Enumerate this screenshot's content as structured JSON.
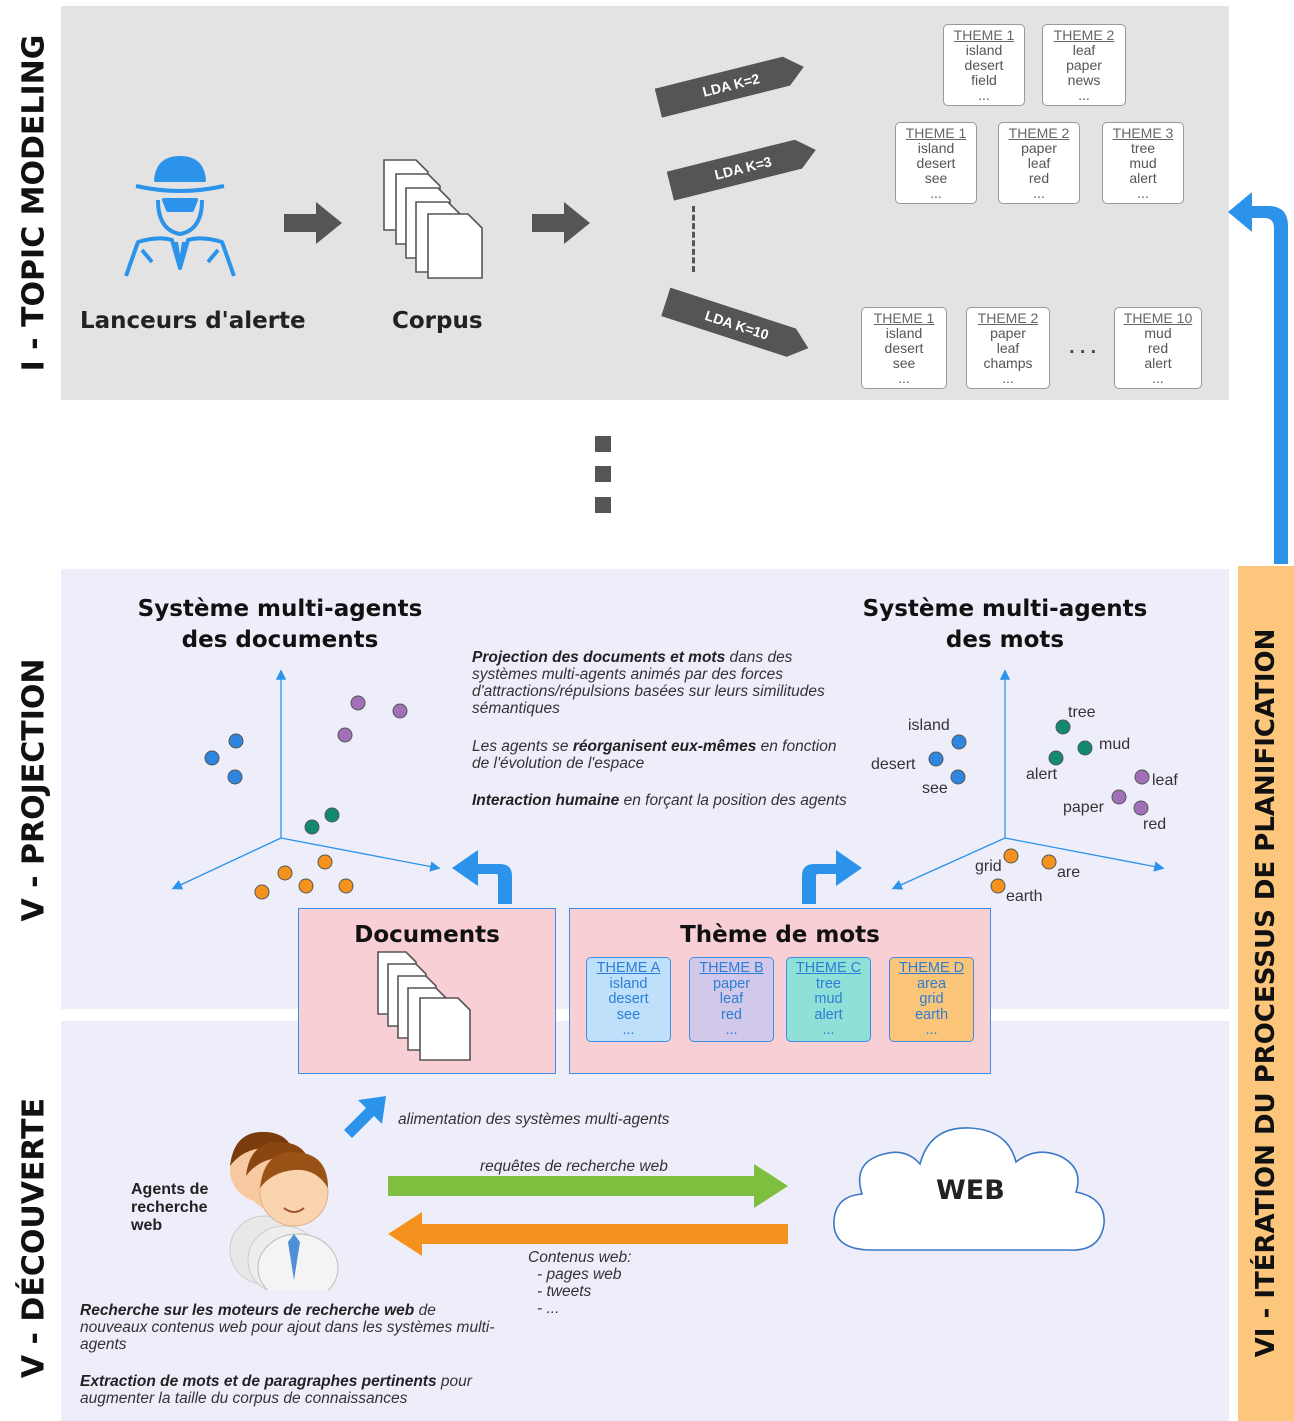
{
  "sections": {
    "topic_modeling": "I - TOPIC MODELING",
    "projection": "V - PROJECTION",
    "decouverte": "V - DÉCOUVERTE",
    "iteration": "VI - ITÉRATION DU PROCESSUS DE PLANIFICATION"
  },
  "topic": {
    "whistleblowers_label": "Lanceurs d'alerte",
    "corpus_label": "Corpus",
    "lda": [
      "LDA K=2",
      "LDA K=3",
      "LDA K=10"
    ],
    "ellipsis": "...",
    "k2_cards": [
      {
        "title": "THEME 1",
        "words": [
          "island",
          "desert",
          "field",
          "..."
        ]
      },
      {
        "title": "THEME 2",
        "words": [
          "leaf",
          "paper",
          "news",
          "..."
        ]
      }
    ],
    "k3_cards": [
      {
        "title": "THEME 1",
        "words": [
          "island",
          "desert",
          "see",
          "..."
        ]
      },
      {
        "title": "THEME 2",
        "words": [
          "paper",
          "leaf",
          "red",
          "..."
        ]
      },
      {
        "title": "THEME 3",
        "words": [
          "tree",
          "mud",
          "alert",
          "..."
        ]
      }
    ],
    "k10_cards": [
      {
        "title": "THEME 1",
        "words": [
          "island",
          "desert",
          "see",
          "..."
        ]
      },
      {
        "title": "THEME 2",
        "words": [
          "paper",
          "leaf",
          "champs",
          "..."
        ]
      },
      {
        "title": "THEME 10",
        "words": [
          "mud",
          "red",
          "alert",
          "..."
        ]
      }
    ]
  },
  "projection": {
    "docs_title_1": "Système multi-agents",
    "docs_title_2": "des documents",
    "words_title_1": "Système multi-agents",
    "words_title_2": "des mots",
    "p1_bold": "Projection des documents et mots",
    "p1_rest": " dans des systèmes multi-agents animés par des forces d'attractions/répulsions basées sur leurs similitudes sémantiques",
    "p2_pre": "Les agents se ",
    "p2_bold": "réorganisent eux-mêmes",
    "p2_rest": " en fonction de l'évolution de l'espace",
    "p3_bold": "Interaction humaine",
    "p3_rest": " en forçant la position des agents",
    "word_labels": {
      "island": "island",
      "desert": "desert",
      "see": "see",
      "tree": "tree",
      "mud": "mud",
      "alert": "alert",
      "leaf": "leaf",
      "paper": "paper",
      "red": "red",
      "grid": "grid",
      "are": "are",
      "earth": "earth"
    }
  },
  "documents_box": {
    "title": "Documents"
  },
  "themes_box": {
    "title": "Thème de mots",
    "themes": [
      {
        "title": "THEME A",
        "words": [
          "island",
          "desert",
          "see",
          "..."
        ],
        "color": "#bfe0fb"
      },
      {
        "title": "THEME B",
        "words": [
          "paper",
          "leaf",
          "red",
          "..."
        ],
        "color": "#d2c8ea"
      },
      {
        "title": "THEME C",
        "words": [
          "tree",
          "mud",
          "alert",
          "..."
        ],
        "color": "#8fe0d6"
      },
      {
        "title": "THEME D",
        "words": [
          "area",
          "grid",
          "earth",
          "..."
        ],
        "color": "#fbc579"
      }
    ]
  },
  "discovery": {
    "feed_label": "alimentation des systèmes multi-agents",
    "agents_label_1": "Agents de",
    "agents_label_2": "recherche",
    "agents_label_3": "web",
    "requests_label": "requêtes de recherche web",
    "web_label": "WEB",
    "content_title": "Contenus web:",
    "content_items": [
      "- pages web",
      "- tweets",
      "- ..."
    ],
    "p1_bold": "Recherche sur les moteurs de recherche web",
    "p1_rest": " de nouveaux contenus web pour ajout dans les systèmes multi-agents",
    "p2_bold": "Extraction de mots et de paragraphes pertinents",
    "p2_rest": " pour augmenter la taille du corpus de connaissances"
  },
  "colors": {
    "panel_gray": "#e3e3e3",
    "panel_lavender": "#eeeefb",
    "box_pink": "#f9cfd6",
    "accent_blue": "#2c93ea",
    "green_arrow": "#7fbf3f",
    "orange_arrow": "#f5921e",
    "iteration_band": "#fcc77c",
    "doc_blue": "#2f86e0",
    "doc_purple": "#a270b8",
    "doc_teal": "#128a72",
    "doc_orange": "#f5921e"
  }
}
